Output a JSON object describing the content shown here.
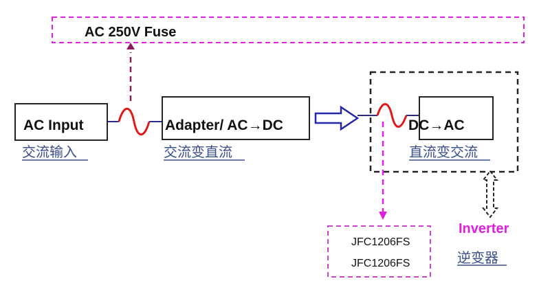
{
  "fuse_note": {
    "label": "AC 250V Fuse"
  },
  "blocks": [
    {
      "id": "ac-input",
      "label": "AC Input",
      "caption": "交流输入"
    },
    {
      "id": "adapter",
      "label": "Adapter/ AC→DC",
      "caption": "交流变直流"
    },
    {
      "id": "dc-ac",
      "label": "DC→AC",
      "caption": "直流变交流"
    }
  ],
  "part_numbers": {
    "items": [
      "JFC1206FS",
      "JFC1206FS"
    ]
  },
  "inverter": {
    "label": "Inverter",
    "caption": "逆变器"
  },
  "colors": {
    "fuse_wave": "#e01818",
    "wire": "#2a2a8c",
    "arrow_outline": "#2626a8",
    "magenta": "#e020e0",
    "magenta_border": "#cc44cc",
    "fuse_arrow": "#8b1a5a",
    "inverter_text": "#e020e0",
    "caption_text": "#3a4f8a",
    "block_border": "#222222",
    "dashed_box": "#222222"
  }
}
